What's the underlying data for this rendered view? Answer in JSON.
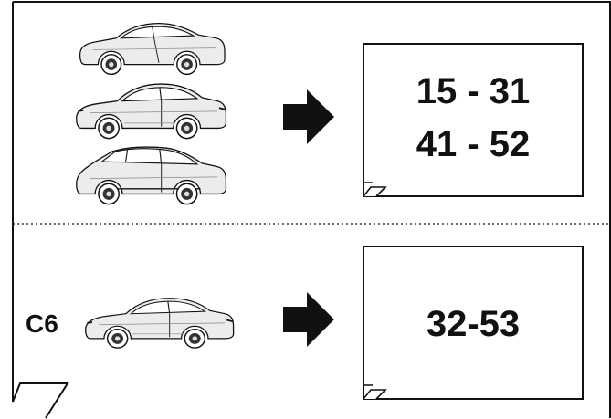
{
  "top_section": {
    "range_line_1": "15 - 31",
    "range_line_2": "41 - 52",
    "vehicles": [
      "coupe-car",
      "sedan-car",
      "hatchback-car"
    ]
  },
  "bottom_section": {
    "model_label": "C6",
    "range": "32-53",
    "vehicles": [
      "c6-sedan-car"
    ]
  },
  "icons": {
    "arrow": "arrow-right-icon"
  },
  "colors": {
    "ink": "#111111",
    "car_body": "#ececec"
  }
}
